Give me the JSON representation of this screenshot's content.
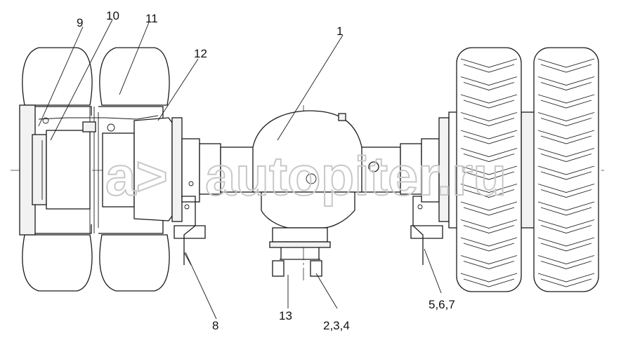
{
  "callouts": {
    "c1": "1",
    "c9": "9",
    "c10": "10",
    "c11": "11",
    "c12": "12",
    "c8": "8",
    "c13": "13",
    "c234": "2,3,4",
    "c567": "5,6,7"
  },
  "watermark": {
    "symbol": "a>",
    "text": "autopiter.ru"
  },
  "colors": {
    "line": "#1a1a1a",
    "fill": "#f2f2f2",
    "watermark": "#c8c8c8"
  }
}
